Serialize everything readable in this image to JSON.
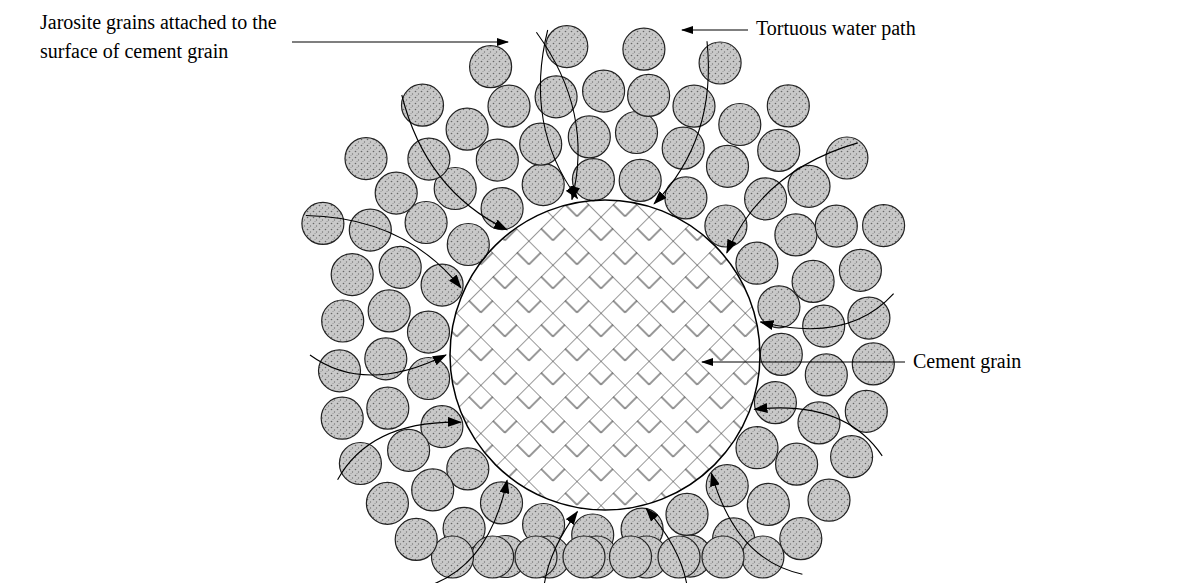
{
  "diagram": {
    "labels": [
      "Jarosite grains attached to the surface of cement grain",
      "Tortuous water path",
      "Cement grain"
    ]
  }
}
